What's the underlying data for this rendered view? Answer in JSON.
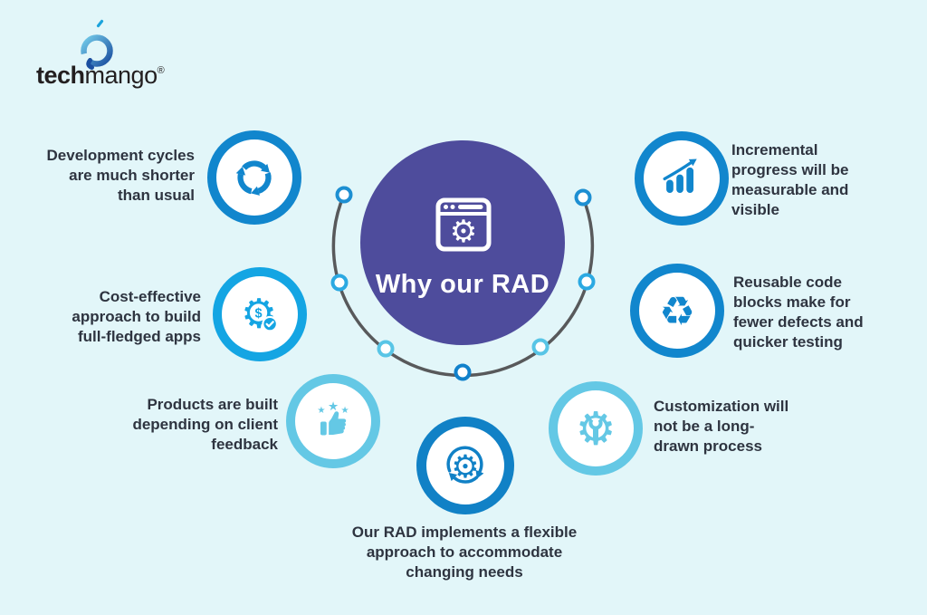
{
  "page": {
    "background": "#e2f6f9"
  },
  "logo": {
    "brand_bold": "tech",
    "brand_light": "mango",
    "registered": "®",
    "icon": "techmango-mango-logo"
  },
  "center": {
    "title": "Why our RAD",
    "icon": "browser-gear-icon",
    "bg_color": "#4e4c9c",
    "text_color": "#ffffff"
  },
  "glyphs": {
    "gear": "⚙",
    "star": "★",
    "recycle": "♻",
    "dollar": "$"
  },
  "items": [
    {
      "id": "development-cycles",
      "text": "Development cycles\nare much shorter\nthan usual",
      "icon": "cycle-arrows-icon",
      "ring_color": "#1186cd"
    },
    {
      "id": "cost-effective",
      "text": "Cost-effective\napproach to build\nfull-fledged apps",
      "icon": "dollar-gear-check-icon",
      "ring_color": "#14a5e3"
    },
    {
      "id": "client-feedback",
      "text": "Products are built\ndepending on client\nfeedback",
      "icon": "thumbs-up-stars-icon",
      "ring_color": "#64c8e5"
    },
    {
      "id": "flexible-approach",
      "text": "Our RAD implements a flexible\napproach to accommodate\nchanging needs",
      "icon": "gear-refresh-icon",
      "ring_color": "#1181c6"
    },
    {
      "id": "customization",
      "text": "Customization will\nnot be a long-\ndrawn process",
      "icon": "wrench-gear-icon",
      "ring_color": "#64c8e5"
    },
    {
      "id": "reusable-code",
      "text": "Reusable code\nblocks make for\nfewer defects and\nquicker testing",
      "icon": "recycle-icon",
      "ring_color": "#1186cd"
    },
    {
      "id": "incremental-progress",
      "text": "Incremental\nprogress will be\nmeasurable and\nvisible",
      "icon": "bar-chart-growth-icon",
      "ring_color": "#1186cd"
    }
  ],
  "decor": {
    "arc_color": "#58595b",
    "node_colors": [
      "#1d8fd2",
      "#2ba9e2",
      "#58c5e6",
      "#1181cb",
      "#58c5e6",
      "#2ba9e2",
      "#1d8fd2"
    ],
    "text_color": "#2e3440"
  }
}
